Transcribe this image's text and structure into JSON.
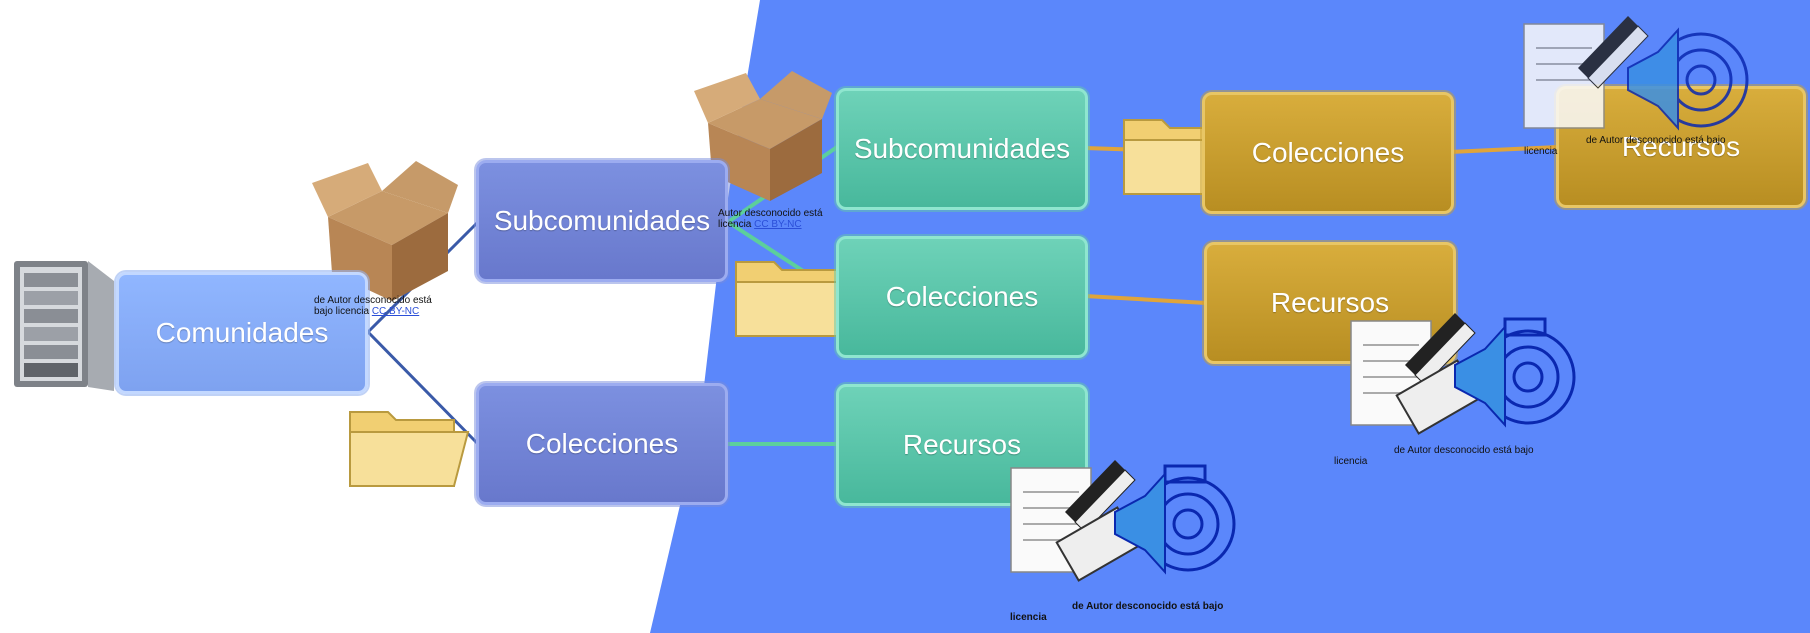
{
  "nodes": {
    "comunidades": "Comunidades",
    "subcomunidades_1": "Subcomunidades",
    "colecciones_1": "Colecciones",
    "subcomunidades_2": "Subcomunidades",
    "colecciones_2": "Colecciones",
    "recursos_1": "Recursos",
    "colecciones_3": "Colecciones",
    "recursos_2": "Recursos",
    "recursos_3": "Recursos"
  },
  "captions": {
    "c1_line1": "de Autor desconocido está",
    "c1_line2": "bajo licencia",
    "c1_link": "CC BY-NC",
    "c2_line1": "Autor desconocido está",
    "c2_line2": "licencia",
    "c2_link": "CC BY-NC",
    "c3_line1": "de Autor desconocido está bajo",
    "c3_line2": "licencia",
    "c4_line1": "de Autor desconocido está bajo",
    "c4_line2": "licencia",
    "c5_line1": "de Autor desconocido está bajo",
    "c5_line2": "licencia"
  },
  "colors": {
    "background_blue": "#5b87fb",
    "link_blue": "#3a5aa8",
    "link_teal": "#5ccf9c",
    "link_gold": "#e0a43a"
  },
  "icons": [
    "server-icon",
    "box-icon",
    "folder-icon",
    "multimedia-icon"
  ]
}
